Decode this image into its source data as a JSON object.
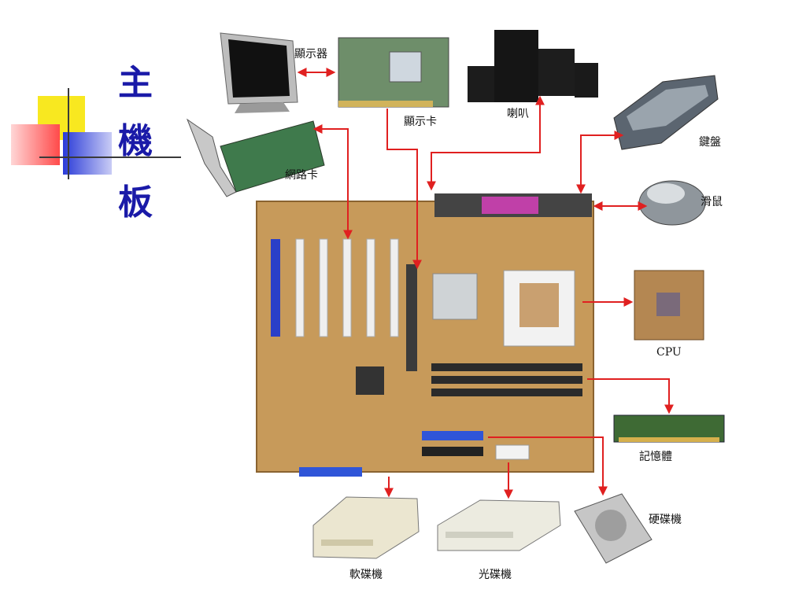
{
  "slide": {
    "title_chars": [
      "主",
      "機",
      "板"
    ]
  },
  "labels": {
    "monitor": "顯示器",
    "display_card": "顯示卡",
    "speaker": "喇叭",
    "keyboard": "鍵盤",
    "network_card": "網路卡",
    "mouse": "滑鼠",
    "cpu": "CPU",
    "memory": "記憶體",
    "floppy": "軟碟機",
    "optical": "光碟機",
    "hdd": "硬碟機"
  },
  "colors": {
    "title": "#1a1aa8",
    "arrow": "#e02020",
    "board": "#c79a5a"
  }
}
